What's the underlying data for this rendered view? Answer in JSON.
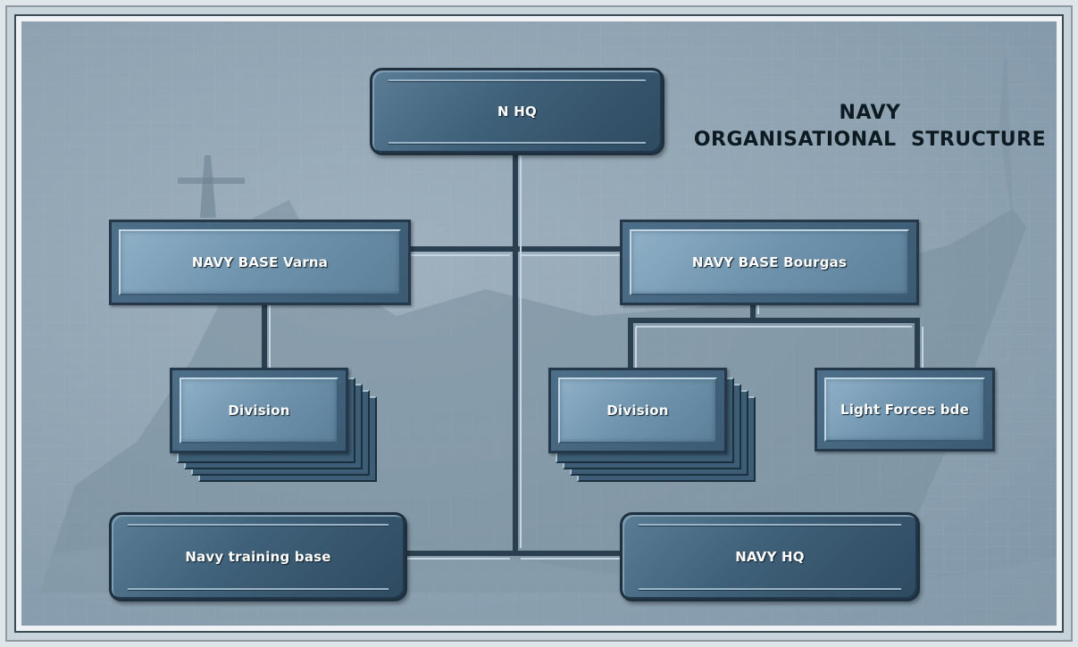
{
  "title": {
    "line1": "NAVY",
    "line2": "ORGANISATIONAL  STRUCTURE"
  },
  "nodes": {
    "n_hq": "N HQ",
    "base_varna": "NAVY BASE Varna",
    "base_bourgas": "NAVY BASE Bourgas",
    "division_varna": "Division",
    "division_bourgas": "Division",
    "light_forces": "Light Forces bde",
    "training_base": "Navy training base",
    "navy_hq": "NAVY HQ"
  },
  "colors": {
    "connector": "#2a3f50",
    "connector_highlight": "#c5d6e2",
    "box_dark": "#3f6079",
    "box_light": "#7fa2bb"
  }
}
